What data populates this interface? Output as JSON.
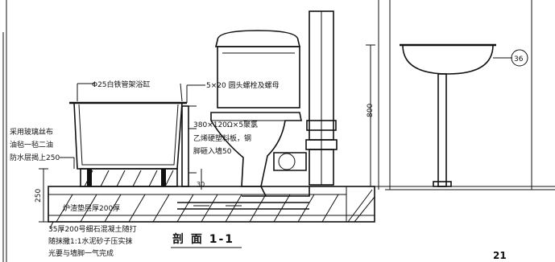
{
  "annotations": {
    "bathtub_frame": "Φ25白铁管架浴缸",
    "bolt_spec": "5×20 圆头螺栓及螺母",
    "tile_panel_1": "380×120Ω×5聚氯",
    "tile_panel_2": "乙烯硬塑料板，钢",
    "tile_panel_3": "脚砸入墙50",
    "waterproof_1": "采用玻璃丝布",
    "waterproof_2": "油毡一毡二油",
    "waterproof_3": "防水层揭上250",
    "base_layer": "炉渣垫层厚200厚",
    "concrete_1": "35厚200号细石混凝土随打",
    "concrete_2": "随抹撒1:1水泥砂子压实抹",
    "concrete_3": "光要与墙脚一气完成"
  },
  "dimensions": {
    "height_800": "800",
    "height_250": "250",
    "height_30": "30",
    "callout_36": "36"
  },
  "title": "剖 面 1-1",
  "page_number": "21"
}
